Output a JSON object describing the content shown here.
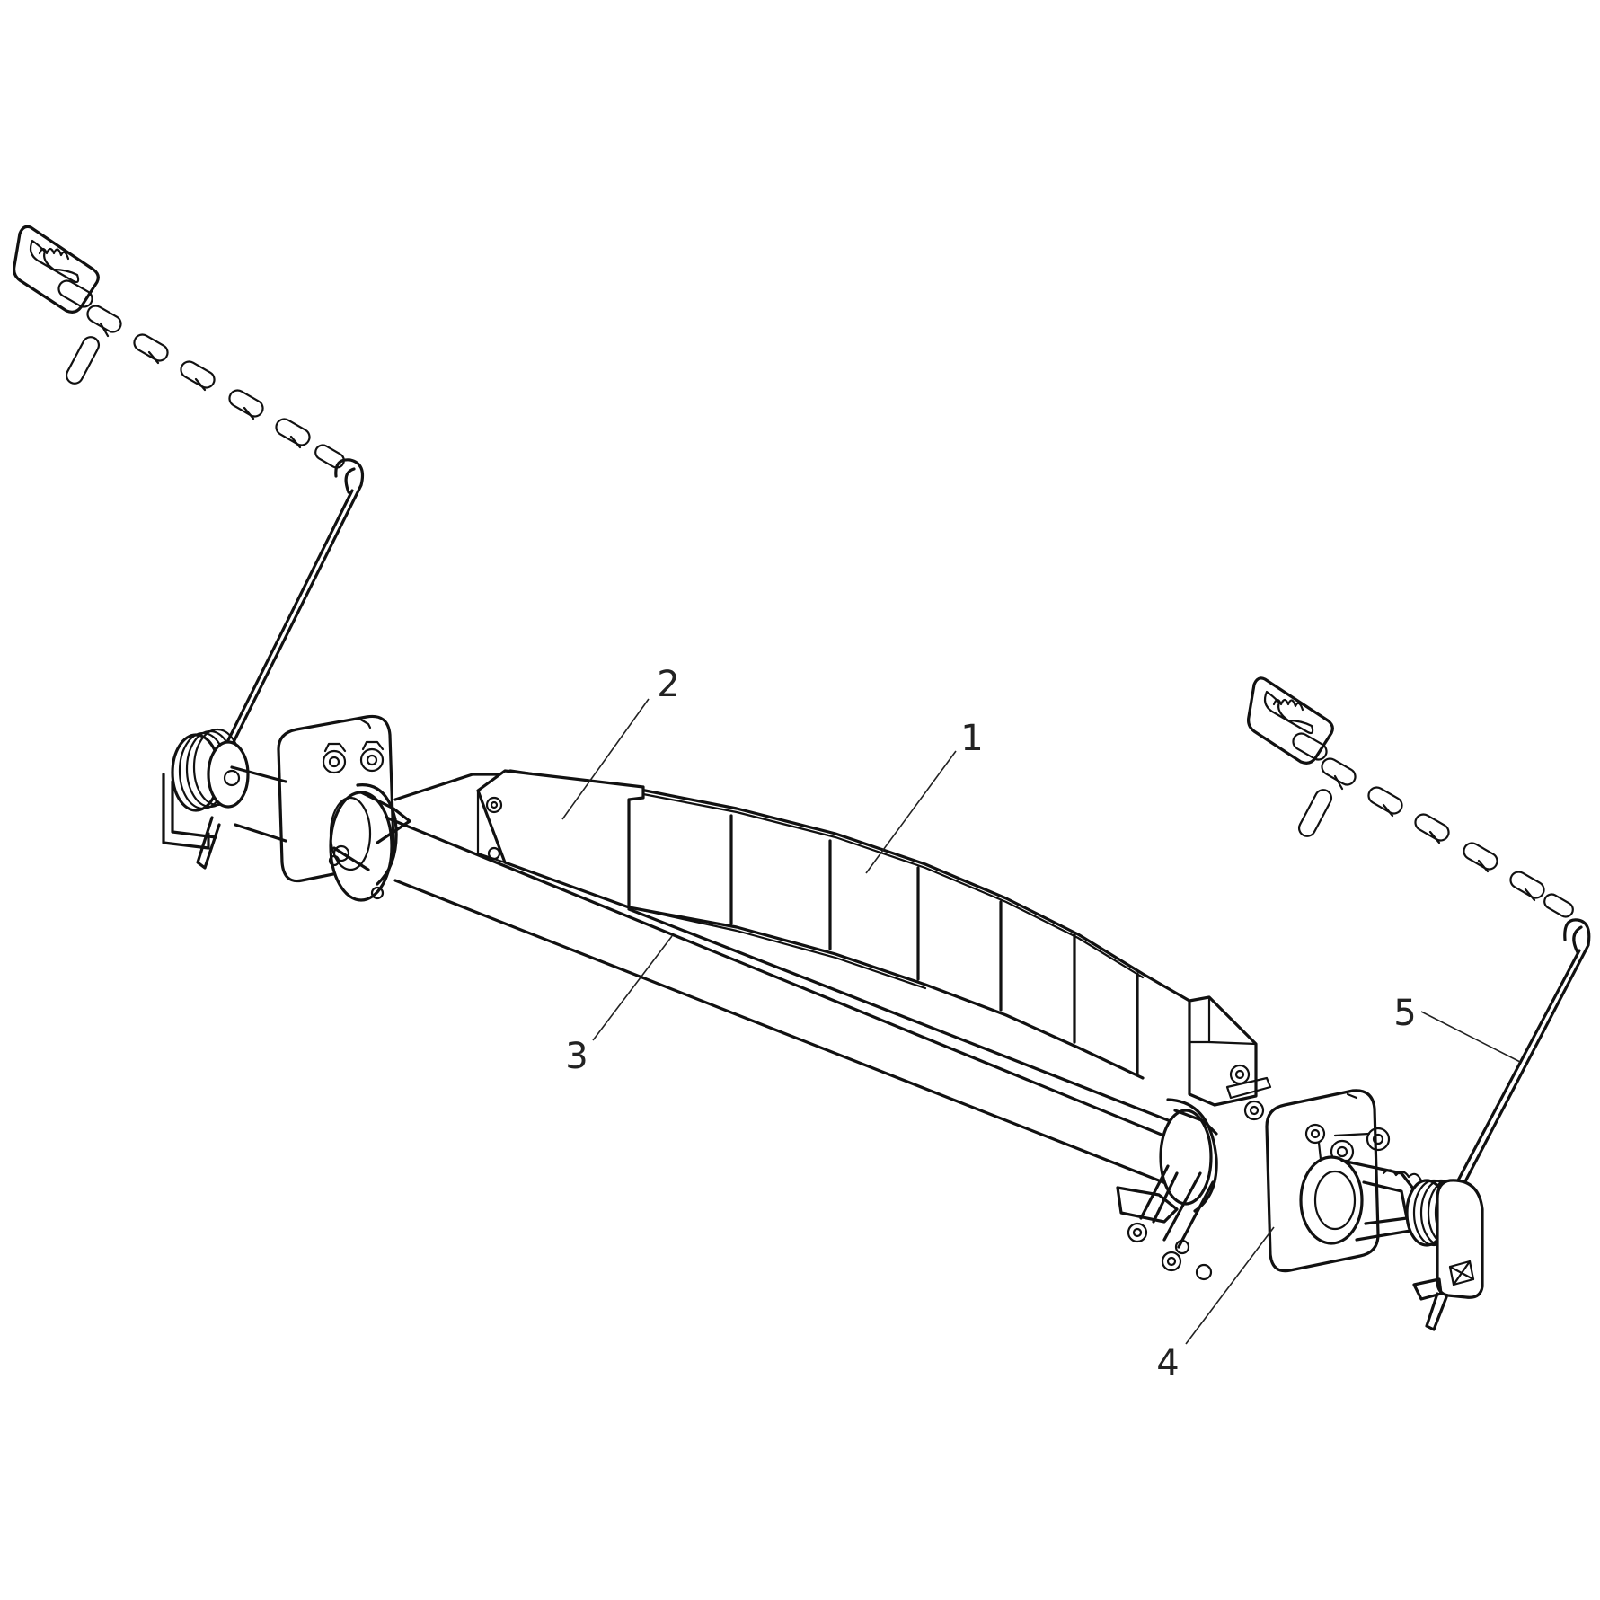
{
  "diagram": {
    "labels": [
      "1",
      "2",
      "3",
      "4",
      "5"
    ]
  },
  "colors": {
    "line": "#111111",
    "background": "#ffffff"
  }
}
